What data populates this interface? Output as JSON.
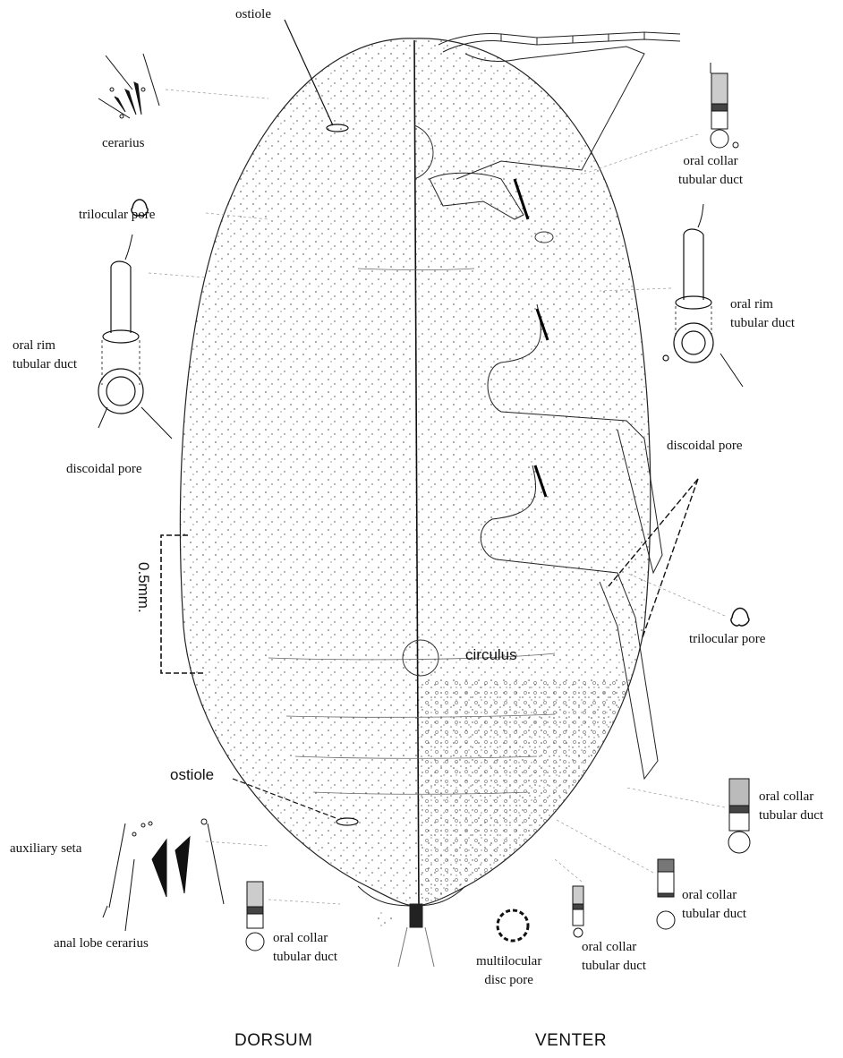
{
  "labels": {
    "ostiole_top": "ostiole",
    "cerarius": "cerarius",
    "trilocular_left": "trilocular pore",
    "oral_rim_left": [
      "oral rim",
      "tubular duct"
    ],
    "discoidal_left": "discoidal pore",
    "scale": "0.5mm.",
    "circulus": "circulus",
    "ostiole_bottom": "ostiole",
    "auxiliary_seta": "auxiliary seta",
    "anal_lobe_cerarius": "anal lobe cerarius",
    "oral_collar_dorsal": [
      "oral  collar",
      "tubular duct"
    ],
    "multilocular": [
      "multilocular",
      "disc pore"
    ],
    "oral_collar_ventral_mid": [
      "oral collar",
      "tubular duct"
    ],
    "oral_collar_right_top": [
      "oral  collar",
      "tubular duct"
    ],
    "oral_rim_right": [
      "oral rim",
      "tubular duct"
    ],
    "discoidal_right": "discoidal pore",
    "trilocular_right": "trilocular pore",
    "oral_collar_right_lower": [
      "oral  collar",
      "tubular duct"
    ],
    "oral_collar_right_bottom": [
      "oral collar",
      "tubular duct"
    ]
  },
  "captions": {
    "dorsum": "DORSUM",
    "venter": "VENTER"
  },
  "colors": {
    "ink": "#111111",
    "background": "#ffffff",
    "stipple": "#444444"
  }
}
